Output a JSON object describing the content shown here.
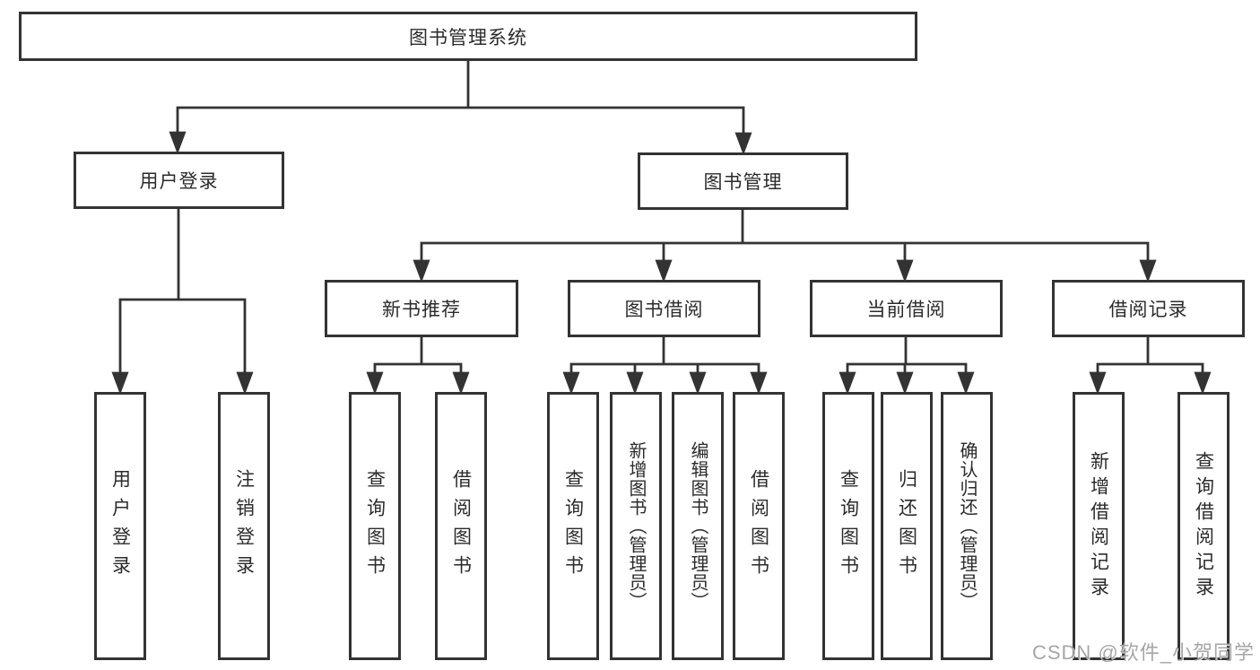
{
  "tree": {
    "root": {
      "label": "图书管理系统",
      "children": [
        {
          "label": "用户登录",
          "children": [
            {
              "label": "用户登录"
            },
            {
              "label": "注销登录"
            }
          ]
        },
        {
          "label": "图书管理",
          "children": [
            {
              "label": "新书推荐",
              "children": [
                {
                  "label": "查询图书"
                },
                {
                  "label": "借阅图书"
                }
              ]
            },
            {
              "label": "图书借阅",
              "children": [
                {
                  "label": "查询图书"
                },
                {
                  "label": "新增图书（管理员）"
                },
                {
                  "label": "编辑图书（管理员）"
                },
                {
                  "label": "借阅图书"
                }
              ]
            },
            {
              "label": "当前借阅",
              "children": [
                {
                  "label": "查询图书"
                },
                {
                  "label": "归还图书"
                },
                {
                  "label": "确认归还（管理员）"
                }
              ]
            },
            {
              "label": "借阅记录",
              "children": [
                {
                  "label": "新增借阅记录"
                },
                {
                  "label": "查询借阅记录"
                }
              ]
            }
          ]
        }
      ]
    }
  },
  "watermark": {
    "text": "CSDN @软件_小贺同学"
  },
  "colors": {
    "line": "#333333",
    "text": "#2b2b2b",
    "box_background": "#ffffff",
    "page_background": "#ffffff",
    "watermark": "#9e9e9e"
  }
}
